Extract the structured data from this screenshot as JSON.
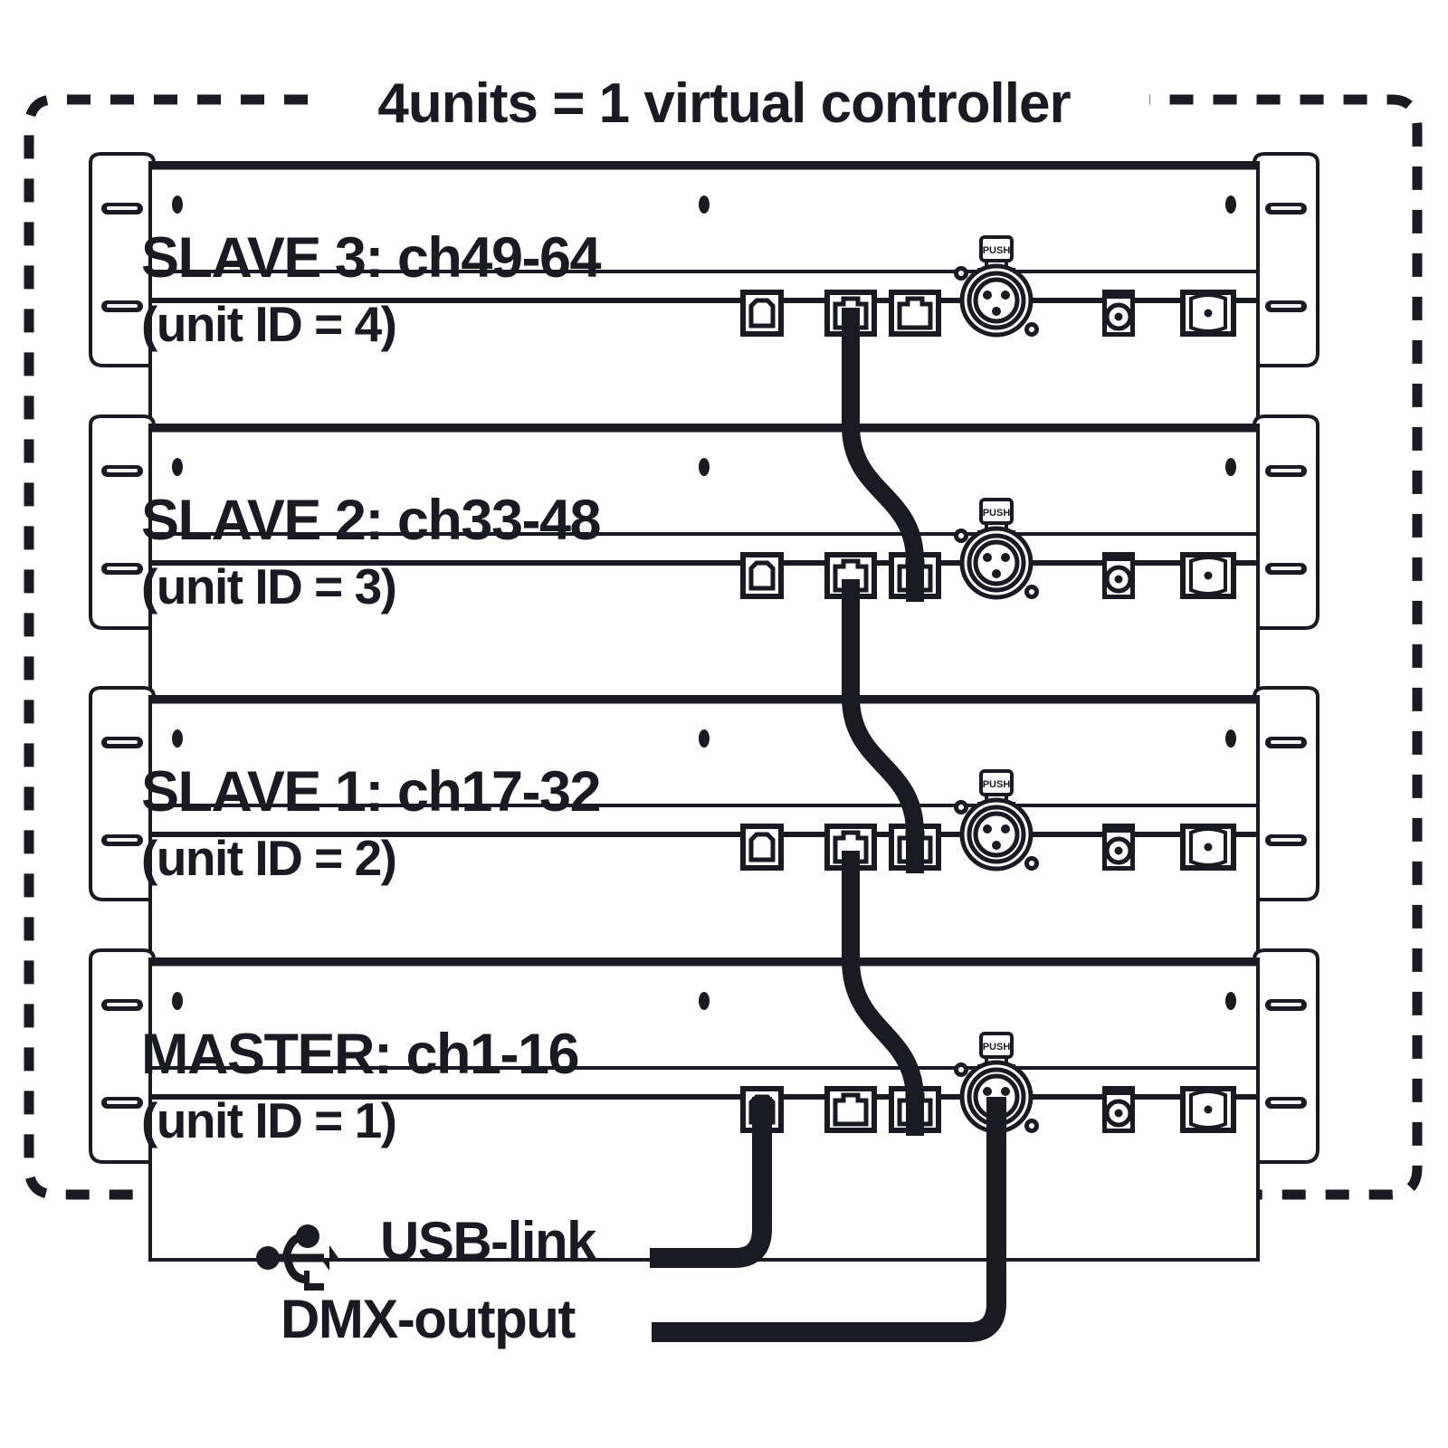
{
  "diagram": {
    "title": "4units = 1 virtual controller",
    "border_style": "dashed-rounded-rectangle",
    "stroke_color": "#1a1a22",
    "background_color": "#ffffff",
    "units": [
      {
        "id": "slave-3",
        "title": "SLAVE 3: ch49-64",
        "subtitle": "(unit ID = 4)",
        "role": "SLAVE 3",
        "channels": "ch49-64",
        "unit_id": "4",
        "connectors": [
          "usb-b-port",
          "rj45-link-left",
          "rj45-link-right",
          "xlr-dmx-output",
          "dc-power-jack",
          "power-switch"
        ],
        "cable_out": "rj45-link-left"
      },
      {
        "id": "slave-2",
        "title": "SLAVE 2: ch33-48",
        "subtitle": "(unit ID = 3)",
        "role": "SLAVE 2",
        "channels": "ch33-48",
        "unit_id": "3",
        "connectors": [
          "usb-b-port",
          "rj45-link-left",
          "rj45-link-right",
          "xlr-dmx-output",
          "dc-power-jack",
          "power-switch"
        ],
        "cable_in": "rj45-link-right",
        "cable_out": "rj45-link-left"
      },
      {
        "id": "slave-1",
        "title": "SLAVE 1: ch17-32",
        "subtitle": "(unit ID = 2)",
        "role": "SLAVE 1",
        "channels": "ch17-32",
        "unit_id": "2",
        "connectors": [
          "usb-b-port",
          "rj45-link-left",
          "rj45-link-right",
          "xlr-dmx-output",
          "dc-power-jack",
          "power-switch"
        ],
        "cable_in": "rj45-link-right",
        "cable_out": "rj45-link-left"
      },
      {
        "id": "master",
        "title": "MASTER: ch1-16",
        "subtitle": "(unit ID = 1)",
        "role": "MASTER",
        "channels": "ch1-16",
        "unit_id": "1",
        "connectors": [
          "usb-b-port",
          "rj45-link-left",
          "rj45-link-right",
          "xlr-dmx-output",
          "dc-power-jack",
          "power-switch"
        ],
        "cable_in": "rj45-link-right",
        "cable_out_usb": "usb-b-port",
        "cable_out_dmx": "xlr-dmx-output"
      }
    ],
    "connector_labels": {
      "xlr_latch": "PUSH"
    },
    "legend": [
      {
        "id": "usb-link",
        "label": "USB-link",
        "icon": "usb-trident-icon",
        "source": "master usb-b-port"
      },
      {
        "id": "dmx-output",
        "label": "DMX-output",
        "icon": null,
        "source": "master xlr-dmx-output"
      }
    ]
  }
}
